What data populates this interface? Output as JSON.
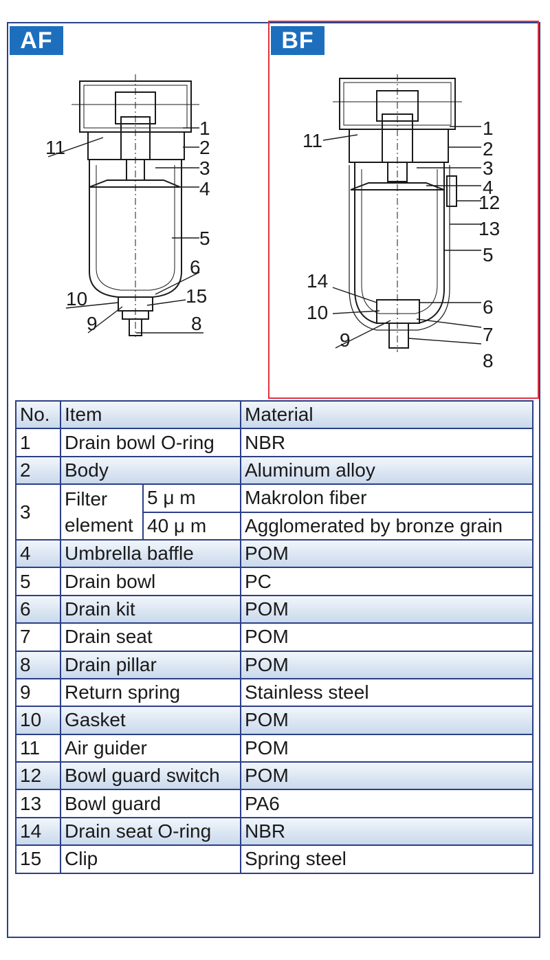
{
  "tabs": {
    "af": "AF",
    "bf": "BF"
  },
  "af_callouts": [
    "1",
    "2",
    "3",
    "4",
    "5",
    "6",
    "15",
    "8",
    "9",
    "10",
    "11"
  ],
  "bf_callouts": [
    "1",
    "2",
    "3",
    "4",
    "12",
    "13",
    "5",
    "14",
    "10",
    "6",
    "9",
    "7",
    "8",
    "11"
  ],
  "table": {
    "header": {
      "no": "No.",
      "item": "Item",
      "material": "Material"
    },
    "rows": [
      {
        "no": "1",
        "item": "Drain bowl O-ring",
        "material": "NBR"
      },
      {
        "no": "2",
        "item": "Body",
        "material": "Aluminum alloy"
      },
      {
        "no": "3",
        "item_line1": "Filter",
        "item_line2": "element",
        "sub": [
          {
            "spec": "5 μ m",
            "material": "Makrolon fiber"
          },
          {
            "spec": "40 μ m",
            "material": "Agglomerated by bronze grain"
          }
        ]
      },
      {
        "no": "4",
        "item": "Umbrella baffle",
        "material": "POM"
      },
      {
        "no": "5",
        "item": "Drain bowl",
        "material": "PC"
      },
      {
        "no": "6",
        "item": "Drain kit",
        "material": "POM"
      },
      {
        "no": "7",
        "item": "Drain seat",
        "material": "POM"
      },
      {
        "no": "8",
        "item": "Drain pillar",
        "material": "POM"
      },
      {
        "no": "9",
        "item": "Return spring",
        "material": "Stainless steel"
      },
      {
        "no": "10",
        "item": "Gasket",
        "material": "POM"
      },
      {
        "no": "11",
        "item": "Air guider",
        "material": "POM"
      },
      {
        "no": "12",
        "item": "Bowl guard switch",
        "material": "POM"
      },
      {
        "no": "13",
        "item": "Bowl guard",
        "material": "PA6"
      },
      {
        "no": "14",
        "item": "Drain seat O-ring",
        "material": "NBR"
      },
      {
        "no": "15",
        "item": "Clip",
        "material": "Spring steel"
      }
    ]
  },
  "colors": {
    "frame": "#2b3f86",
    "tab": "#1d6fbe",
    "highlight": "#e0323f",
    "row_shade": "#c9d9ec"
  }
}
